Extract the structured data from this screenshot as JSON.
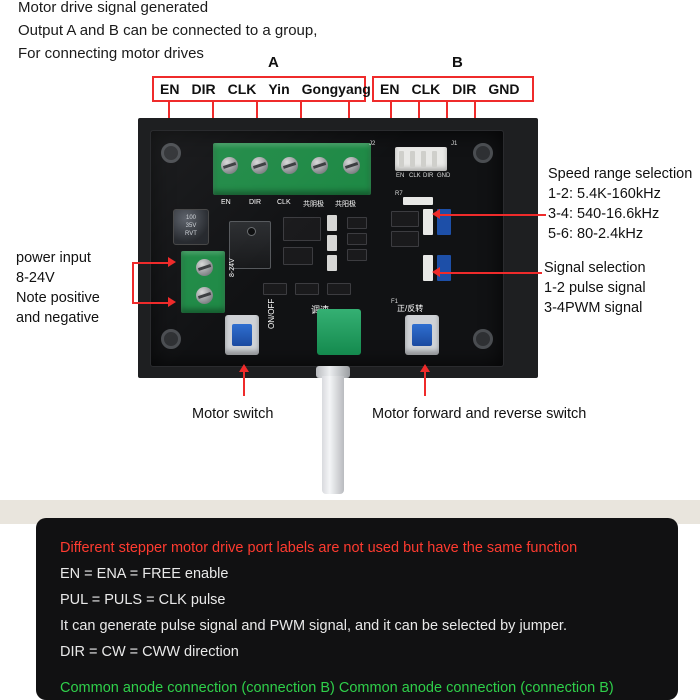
{
  "top_notes": [
    "Motor drive signal generated",
    "Output A and B can be connected to a group,",
    "For connecting motor drives"
  ],
  "groups": {
    "a_letter": "A",
    "b_letter": "B",
    "a_labels": [
      "EN",
      "DIR",
      "CLK",
      "Yin",
      "Gongyang"
    ],
    "b_labels": [
      "EN",
      "CLK",
      "DIR",
      "GND"
    ]
  },
  "callouts": {
    "power_input": [
      "power input",
      "8-24V",
      "Note positive",
      "and negative"
    ],
    "speed_range": [
      "Speed range selection",
      "1-2: 5.4K-160kHz",
      "3-4: 540-16.6kHz",
      "5-6: 80-2.4kHz"
    ],
    "signal_selection": [
      "Signal selection",
      "1-2 pulse signal",
      "3-4PWM signal"
    ],
    "motor_switch": "Motor switch",
    "motor_fwd_rev": "Motor forward and reverse switch"
  },
  "board_silk": {
    "terminal_a": [
      "EN",
      "DIR",
      "CLK",
      "共阴极",
      "共阳极"
    ],
    "terminal_b": [
      "EN",
      "CLK",
      "DIR",
      "GND"
    ],
    "power_label": "8-24V",
    "cap_label": [
      "100",
      "35V",
      "RVT"
    ],
    "speed_label": "调速",
    "dir_label": "正/反转",
    "switch_label": "ON/OFF",
    "j2": "J2",
    "j1": "J1"
  },
  "panel_notes": {
    "line1": "Different stepper motor drive port labels are not used but have the same function",
    "line2": "EN = ENA = FREE enable",
    "line3": "PUL = PULS = CLK pulse",
    "line4": "It can generate pulse signal and PWM signal, and it can be selected by jumper.",
    "line5": "DIR = CW = CWW direction",
    "line6": "Common anode connection (connection B)     Common anode connection (connection B)"
  },
  "colors": {
    "accent_red": "#ef2b2b",
    "panel_bg": "#111112",
    "panel_red": "#ff3b30",
    "panel_green": "#2fcf4a",
    "pcb_green": "#1f8a46"
  }
}
